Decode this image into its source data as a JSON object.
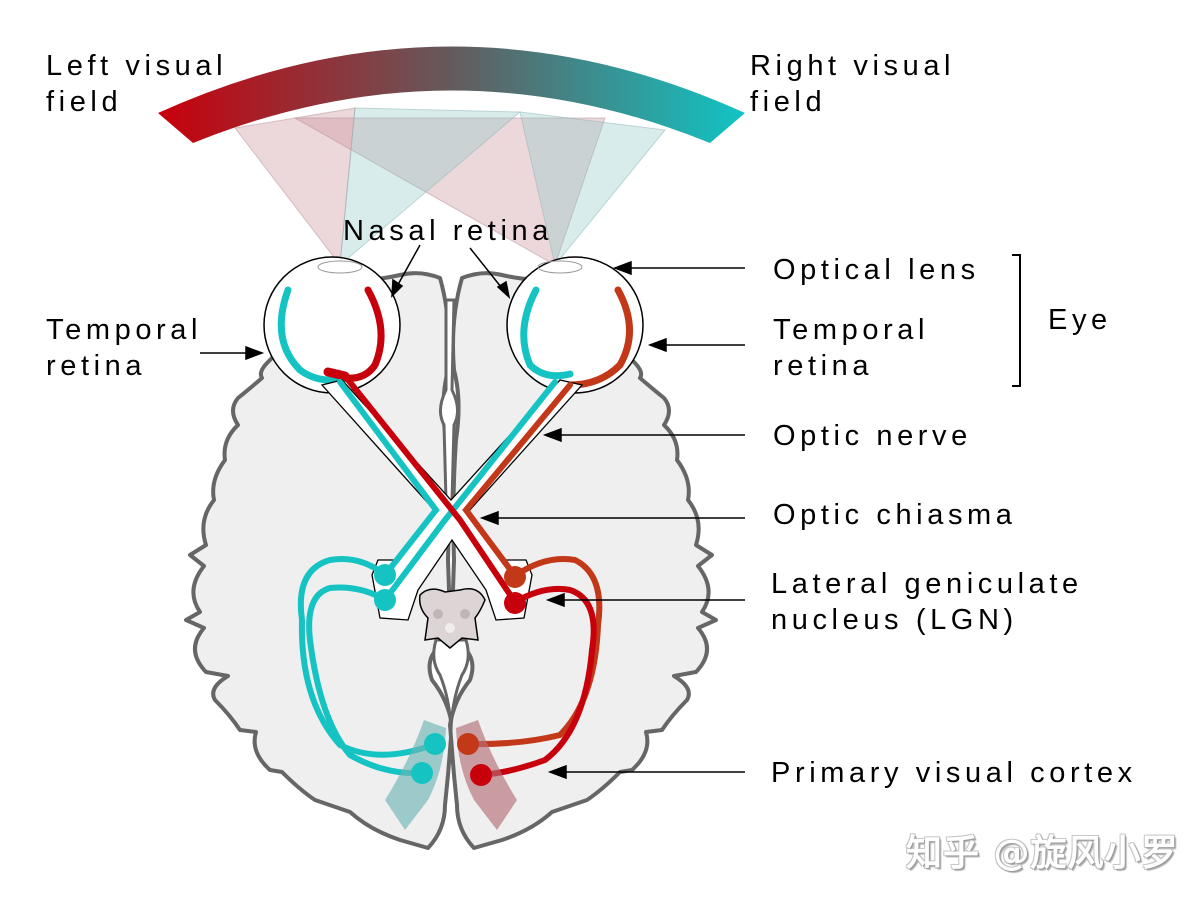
{
  "diagram": {
    "title": "Visual pathway",
    "colors": {
      "left_field": "#c8000c",
      "right_field": "#16c3c3",
      "left_eye_temporal_path": "#c4381a",
      "brain_fill": "#efefef",
      "brain_outline": "#666666",
      "cone_red": "#d9a9ad",
      "cone_teal": "#aad6d6"
    },
    "labels": {
      "left_visual_field": "Left visual\nfield",
      "right_visual_field": "Right visual\nfield",
      "nasal_retina": "Nasal retina",
      "temporal_retina_left": "Temporal\nretina",
      "optical_lens": "Optical lens",
      "temporal_retina_right": "Temporal\nretina",
      "eye": "Eye",
      "optic_nerve": "Optic nerve",
      "optic_chiasma": "Optic chiasma",
      "lgn": "Lateral geniculate\nnucleus (LGN)",
      "primary_visual_cortex": "Primary visual cortex"
    },
    "watermark": "知乎 @旋风小罗"
  }
}
